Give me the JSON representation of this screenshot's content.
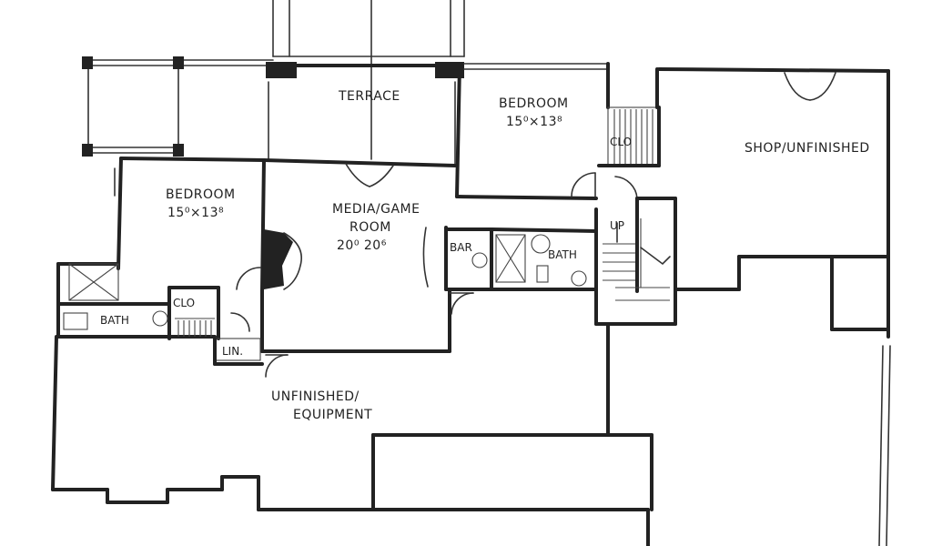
{
  "rooms": {
    "terrace": "TERRACE",
    "bedroom_right_name": "BEDROOM",
    "bedroom_right_dims": "15⁰×13⁸",
    "shop": "SHOP/UNFINISHED",
    "bedroom_left_name": "BEDROOM",
    "bedroom_left_dims": "15⁰×13⁸",
    "media_name_1": "MEDIA/GAME",
    "media_name_2": "ROOM",
    "media_dims": "20⁰ 20⁶",
    "bar": "BAR",
    "bath_center": "BATH",
    "bath_left": "BATH",
    "clo_left": "CLO",
    "clo_right": "CLO",
    "lin": "LIN.",
    "up": "UP",
    "unfinished_1": "UNFINISHED/",
    "unfinished_2": "EQUIPMENT"
  },
  "colors": {
    "ink": "#222222",
    "paper": "#ffffff"
  }
}
